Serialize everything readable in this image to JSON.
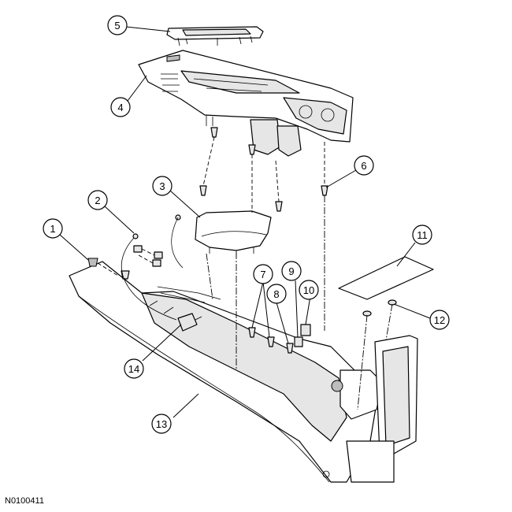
{
  "drawing_id": "N0100411",
  "callouts": [
    {
      "label": "1"
    },
    {
      "label": "2"
    },
    {
      "label": "3"
    },
    {
      "label": "4"
    },
    {
      "label": "5"
    },
    {
      "label": "6"
    },
    {
      "label": "7"
    },
    {
      "label": "8"
    },
    {
      "label": "9"
    },
    {
      "label": "10"
    },
    {
      "label": "11"
    },
    {
      "label": "12"
    },
    {
      "label": "13"
    },
    {
      "label": "14"
    }
  ],
  "colors": {
    "line": "#000000",
    "fill": "#ffffff",
    "shade": "#e6e6e6"
  }
}
